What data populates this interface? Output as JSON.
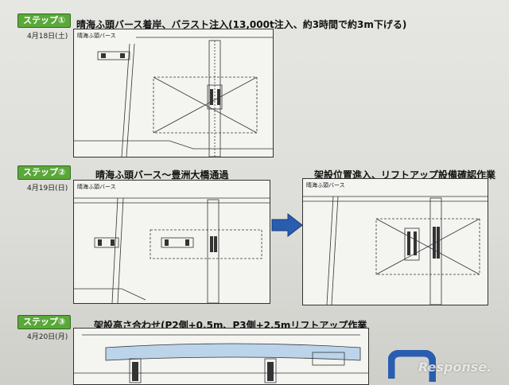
{
  "step1": {
    "badge": "ステップ①",
    "date": "4月18日(土)",
    "title": "晴海ふ頭バース着岸、バラスト注入(13,000t注入、約3時間で約3m下げる)",
    "panel_label": "晴海ふ頭バース"
  },
  "step2": {
    "badge": "ステップ②",
    "date": "4月19日(日)",
    "title_left": "晴海ふ頭バース〜豊洲大橋通過",
    "title_right": "架設位置進入、リフトアップ設備確認作業",
    "panel_label_left": "晴海ふ頭バース",
    "panel_label_right": "晴海ふ頭バース"
  },
  "step3": {
    "badge": "ステップ③",
    "date": "4月20日(月)",
    "title": "架設高さ合わせ(P2側+0.5m、P3側+2.5mリフトアップ作業"
  },
  "watermark": "Response.",
  "colors": {
    "badge": "#5aa83a",
    "arrow": "#2a5db0"
  }
}
